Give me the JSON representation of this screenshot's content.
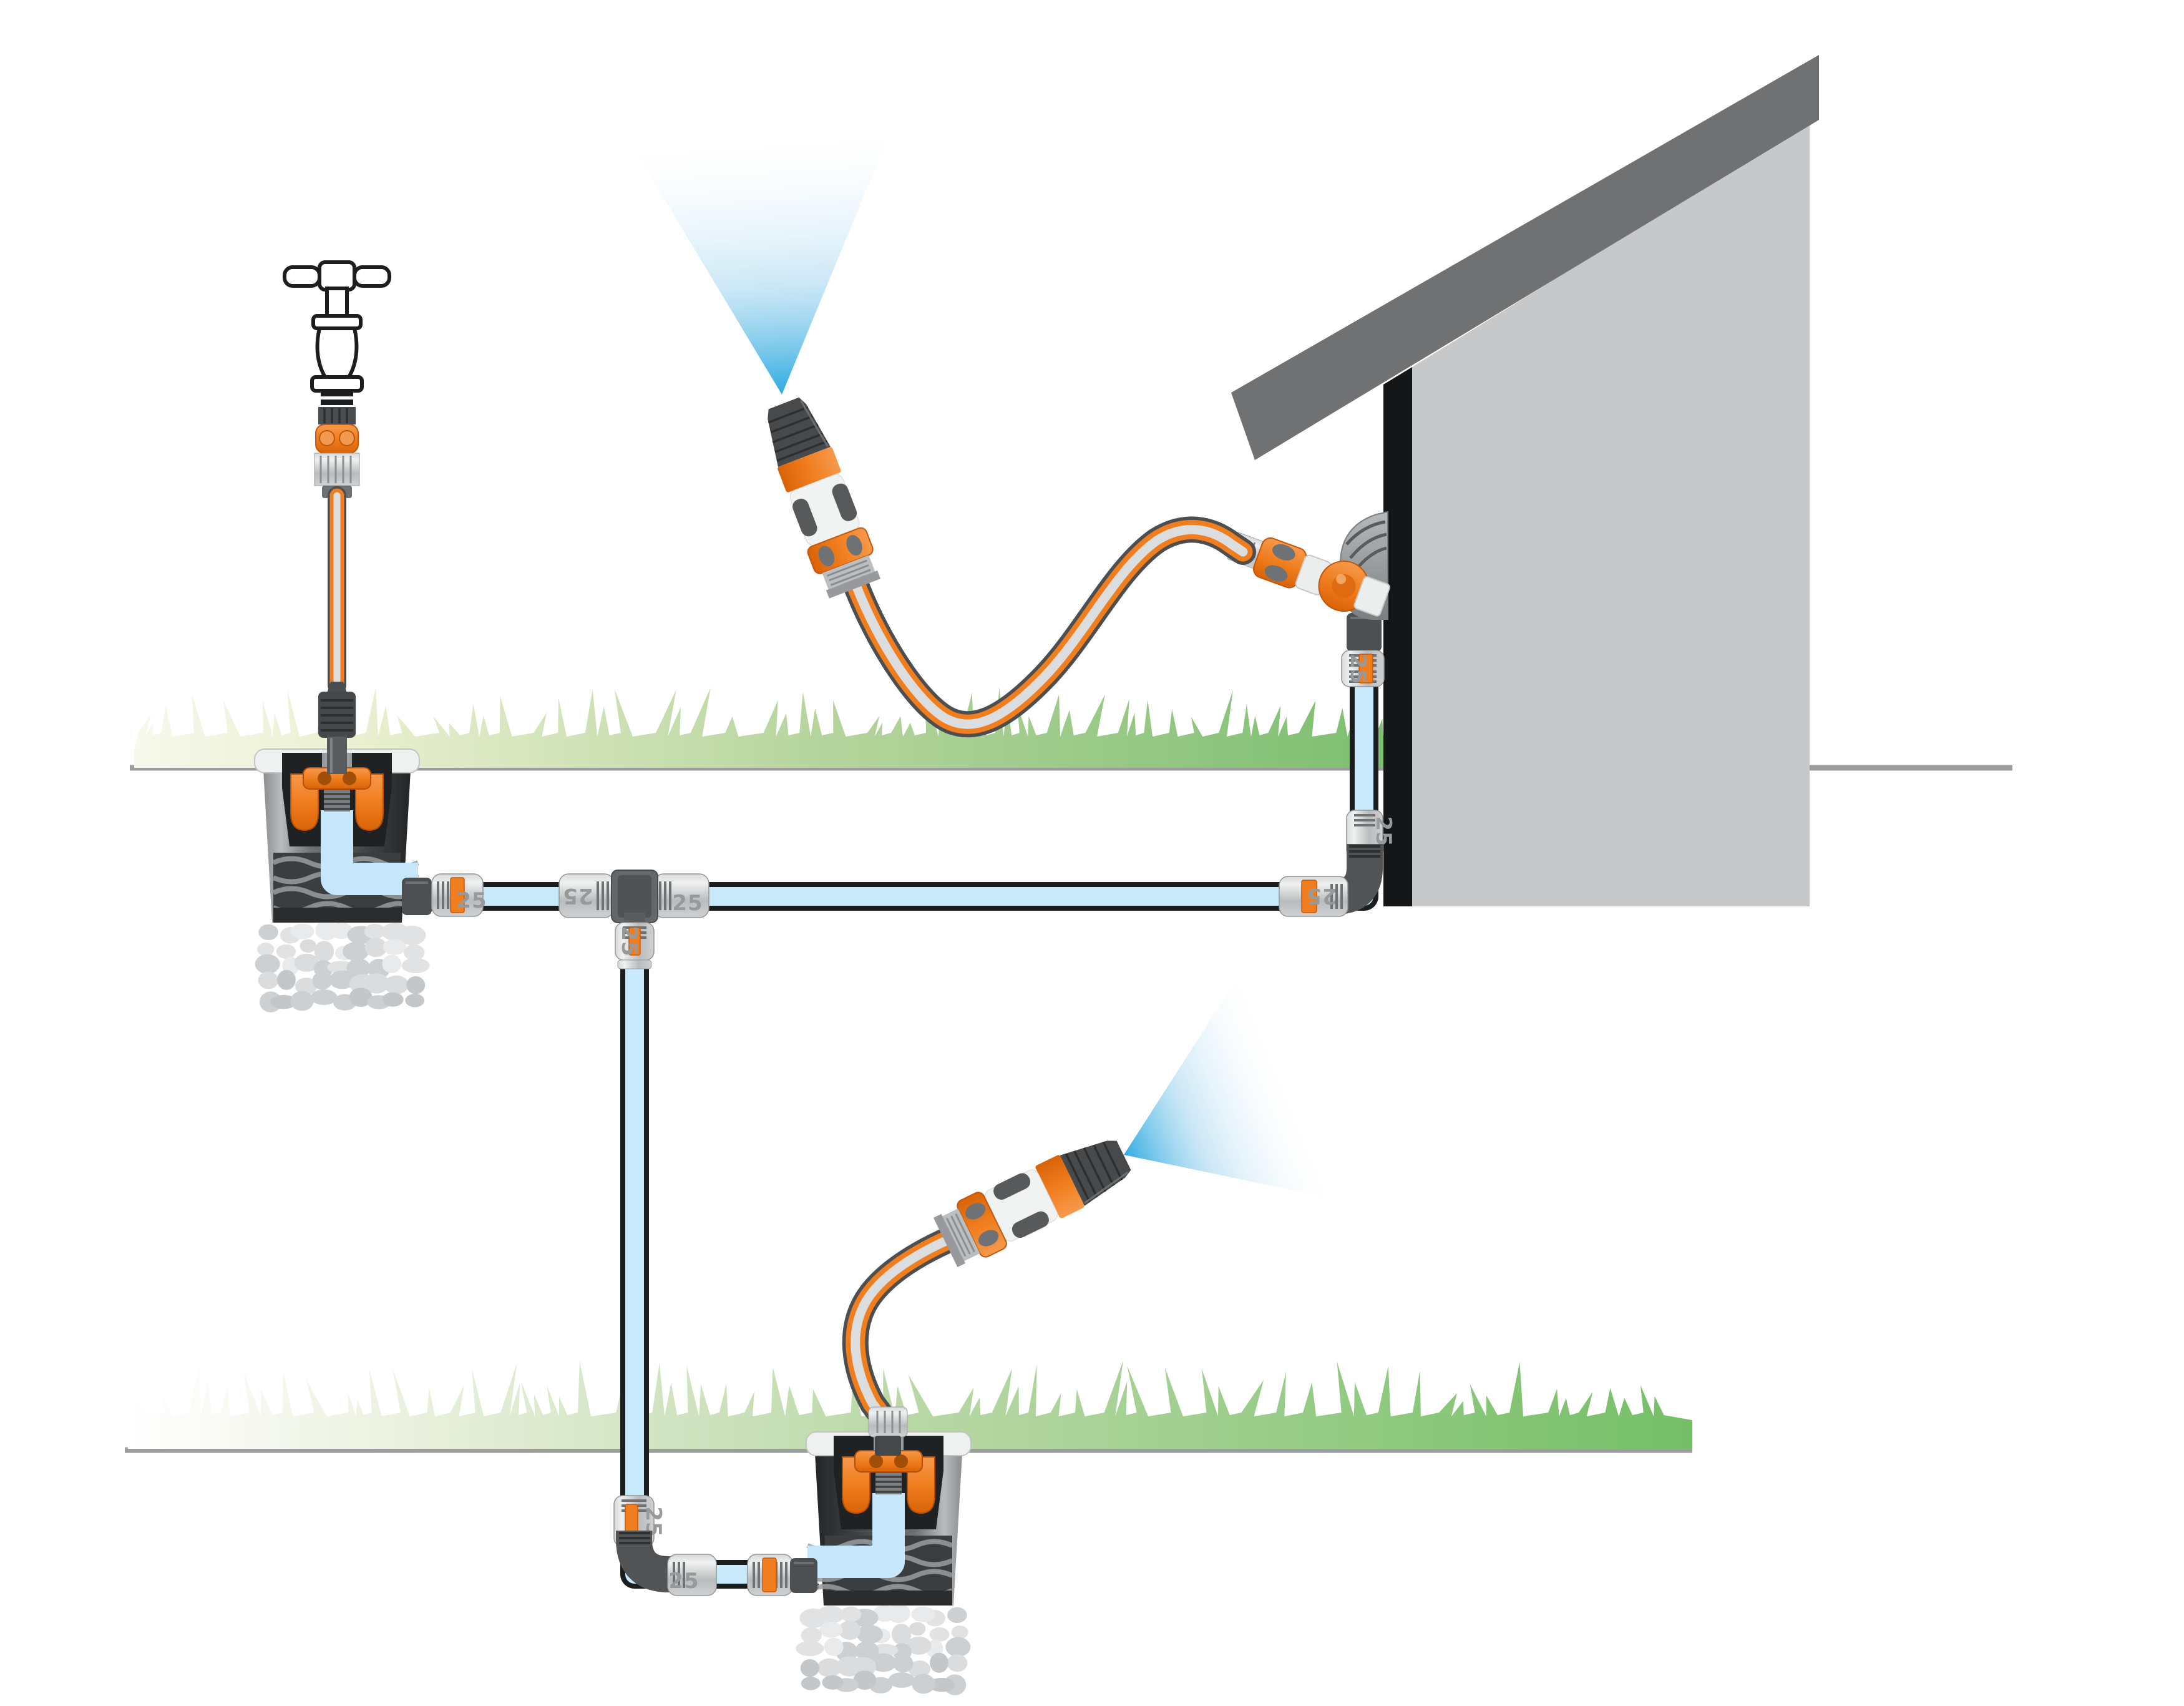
{
  "labels": {
    "pipe_diameter_mm": "25"
  },
  "colors": {
    "accent_orange": "#F07D1E",
    "orange_dark": "#D96408",
    "pipe_water_blue": "#C8E9FA",
    "pipe_casing_black": "#1B1D1F",
    "spray_blue": "#2AA9E0",
    "hose_core_gray": "#DCDDDE",
    "grass_green": "#7CBE70",
    "grass_pale": "#EFF3DA",
    "wall_gray": "#C6C8CA",
    "roof_gray": "#707173",
    "wall_edge_black": "#151618",
    "ground_line_gray": "#9B9D9F",
    "fitting_gray": "#C9CCCE",
    "label_gray": "#97999B",
    "gravel_gray": "#D8DADC",
    "socket_dark": "#2F3133"
  },
  "components": {
    "tap": "garden-tap",
    "tap_connector": "tap-hose-connector",
    "water_sockets": [
      "underground-water-socket-left",
      "underground-water-socket-lower"
    ],
    "spray_nozzles": [
      "cleaning-nozzle-upper",
      "cleaning-nozzle-lower"
    ],
    "hoses": [
      "garden-hose-upper",
      "garden-hose-lower",
      "tap-riser-hose"
    ],
    "pipes": [
      "main-underground-pipe",
      "house-wall-downpipe",
      "branch-underground-pipe"
    ],
    "fittings": [
      "socket-outlet-coupling",
      "t-joint-25",
      "wall-outlet-box",
      "wall-elbow-25",
      "branch-elbow-25",
      "inlet-coupling-25"
    ],
    "environment": [
      "house-roof",
      "house-wall",
      "grass-strip-upper",
      "grass-strip-lower",
      "gravel-drainage",
      "ground-level-line",
      "water-spray-upper",
      "water-spray-lower"
    ]
  }
}
